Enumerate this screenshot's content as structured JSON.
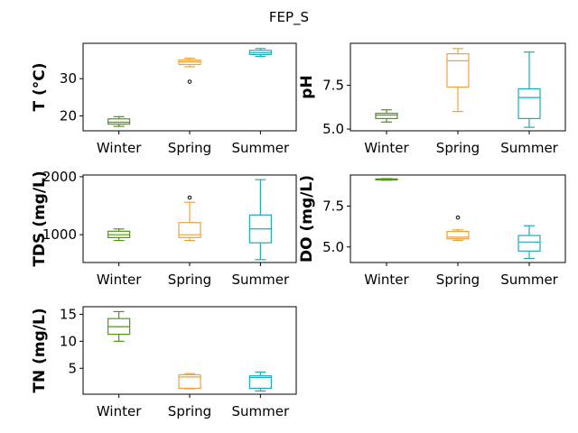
{
  "figure_title": "FEP_S",
  "colors": {
    "Winter": "#4d9a0b",
    "Spring": "#f0a13c",
    "Summer": "#1faab7"
  },
  "chart_data": [
    {
      "type": "box",
      "ylabel": "T  (°C)",
      "categories": [
        "Winter",
        "Spring",
        "Summer"
      ],
      "ylim": [
        16,
        39.5
      ],
      "yticks": [
        20,
        30
      ],
      "boxes": [
        {
          "category": "Winter",
          "whislo": 17.2,
          "q1": 17.8,
          "med": 18.3,
          "q3": 19.2,
          "whishi": 19.8,
          "fliers": []
        },
        {
          "category": "Spring",
          "whislo": 33.2,
          "q1": 33.8,
          "med": 34.5,
          "q3": 35.0,
          "whishi": 35.5,
          "fliers": [
            29.2
          ]
        },
        {
          "category": "Summer",
          "whislo": 36.0,
          "q1": 36.5,
          "med": 37.0,
          "q3": 37.6,
          "whishi": 38.1,
          "fliers": []
        }
      ]
    },
    {
      "type": "box",
      "ylabel": "pH",
      "categories": [
        "Winter",
        "Spring",
        "Summer"
      ],
      "ylim": [
        4.9,
        9.9
      ],
      "yticks": [
        5.0,
        7.5
      ],
      "ytick_labels": [
        "5.0",
        "7.5"
      ],
      "boxes": [
        {
          "category": "Winter",
          "whislo": 5.4,
          "q1": 5.6,
          "med": 5.8,
          "q3": 5.9,
          "whishi": 6.1,
          "fliers": []
        },
        {
          "category": "Spring",
          "whislo": 6.0,
          "q1": 7.4,
          "med": 8.9,
          "q3": 9.3,
          "whishi": 9.6,
          "fliers": []
        },
        {
          "category": "Summer",
          "whislo": 5.1,
          "q1": 5.6,
          "med": 6.8,
          "q3": 7.3,
          "whishi": 9.4,
          "fliers": []
        }
      ]
    },
    {
      "type": "box",
      "ylabel": "TDS (mg/L)",
      "categories": [
        "Winter",
        "Spring",
        "Summer"
      ],
      "ylim": [
        520,
        2030
      ],
      "yticks": [
        1000,
        2000
      ],
      "boxes": [
        {
          "category": "Winter",
          "whislo": 900,
          "q1": 950,
          "med": 1000,
          "q3": 1060,
          "whishi": 1100,
          "fliers": []
        },
        {
          "category": "Spring",
          "whislo": 900,
          "q1": 950,
          "med": 1000,
          "q3": 1210,
          "whishi": 1560,
          "fliers": [
            1640
          ]
        },
        {
          "category": "Summer",
          "whislo": 570,
          "q1": 860,
          "med": 1100,
          "q3": 1340,
          "whishi": 1950,
          "fliers": []
        }
      ]
    },
    {
      "type": "box",
      "ylabel": "DO (mg/L)",
      "categories": [
        "Winter",
        "Spring",
        "Summer"
      ],
      "ylim": [
        4.05,
        9.4
      ],
      "yticks": [
        5.0,
        7.5
      ],
      "ytick_labels": [
        "5.0",
        "7.5"
      ],
      "boxes": [
        {
          "category": "Winter",
          "whislo": 9.08,
          "q1": 9.1,
          "med": 9.13,
          "q3": 9.16,
          "whishi": 9.18,
          "fliers": []
        },
        {
          "category": "Spring",
          "whislo": 5.4,
          "q1": 5.5,
          "med": 5.6,
          "q3": 5.95,
          "whishi": 6.05,
          "fliers": [
            6.8
          ]
        },
        {
          "category": "Summer",
          "whislo": 4.3,
          "q1": 4.75,
          "med": 5.3,
          "q3": 5.7,
          "whishi": 6.3,
          "fliers": []
        }
      ]
    },
    {
      "type": "box",
      "ylabel": "TN (mg/L)",
      "categories": [
        "Winter",
        "Spring",
        "Summer"
      ],
      "ylim": [
        0.2,
        16.4
      ],
      "yticks": [
        5,
        10,
        15
      ],
      "boxes": [
        {
          "category": "Winter",
          "whislo": 10.0,
          "q1": 11.3,
          "med": 12.7,
          "q3": 14.2,
          "whishi": 15.5,
          "fliers": []
        },
        {
          "category": "Spring",
          "whislo": 1.2,
          "q1": 1.3,
          "med": 3.4,
          "q3": 3.8,
          "whishi": 4.0,
          "fliers": []
        },
        {
          "category": "Summer",
          "whislo": 0.8,
          "q1": 1.3,
          "med": 3.3,
          "q3": 3.6,
          "whishi": 4.3,
          "fliers": []
        }
      ]
    }
  ]
}
